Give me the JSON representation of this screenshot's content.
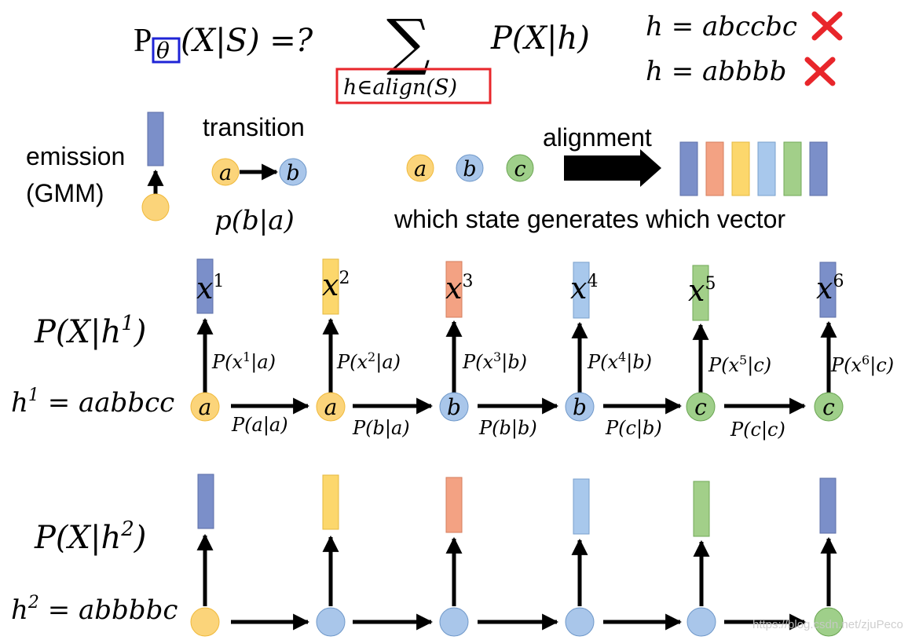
{
  "formula": {
    "lhs_P": "P",
    "theta": "θ",
    "lhs_rest": "(X|S) =?",
    "sigma": "∑",
    "sum_index": "h∈align(S)",
    "rhs": "P(X|h)"
  },
  "invalid_alignments": [
    {
      "text": "h = abccbc"
    },
    {
      "text": "h = abbbb"
    }
  ],
  "emission": {
    "line1": "emission",
    "line2": "(GMM)"
  },
  "transition": {
    "label": "transition",
    "from": "a",
    "to": "b",
    "prob": "p(b|a)"
  },
  "alignment": {
    "states": [
      "a",
      "b",
      "c"
    ],
    "label": "alignment",
    "caption": "which state generates which vector"
  },
  "h1": {
    "label_P": "P(X|h",
    "label_sup": "1",
    "seq_lhs": "h",
    "seq_sup": "1",
    "seq_rhs": " = aabbcc",
    "states": [
      "a",
      "a",
      "b",
      "b",
      "c",
      "c"
    ],
    "x_labels": [
      "1",
      "2",
      "3",
      "4",
      "5",
      "6"
    ],
    "emissions": [
      {
        "pre": "P(x",
        "sup": "1",
        "post": "|a)"
      },
      {
        "pre": "P(x",
        "sup": "2",
        "post": "|a)"
      },
      {
        "pre": "P(x",
        "sup": "3",
        "post": "|b)"
      },
      {
        "pre": "P(x",
        "sup": "4",
        "post": "|b)"
      },
      {
        "pre": "P(x",
        "sup": "5",
        "post": "|c)"
      },
      {
        "pre": "P(x",
        "sup": "6",
        "post": "|c)"
      }
    ],
    "transitions": [
      "P(a|a)",
      "P(b|a)",
      "P(b|b)",
      "P(c|b)",
      "P(c|c)"
    ]
  },
  "h2": {
    "label_P": "P(X|h",
    "label_sup": "2",
    "seq_lhs": "h",
    "seq_sup": "2",
    "seq_rhs": " = abbbbc"
  },
  "watermark": "https://blog.csdn.net/zjuPeco",
  "colors": {
    "orange": "#fbd47a",
    "blue": "#a9c6ea",
    "green": "#9fcf8a",
    "vec_blue": "#7b8fc9",
    "vec_yellow": "#fcd76c",
    "vec_salmon": "#f3a283",
    "vec_lightblue": "#a8c8ec",
    "vec_green": "#a2cf89",
    "red": "#e8262b"
  }
}
